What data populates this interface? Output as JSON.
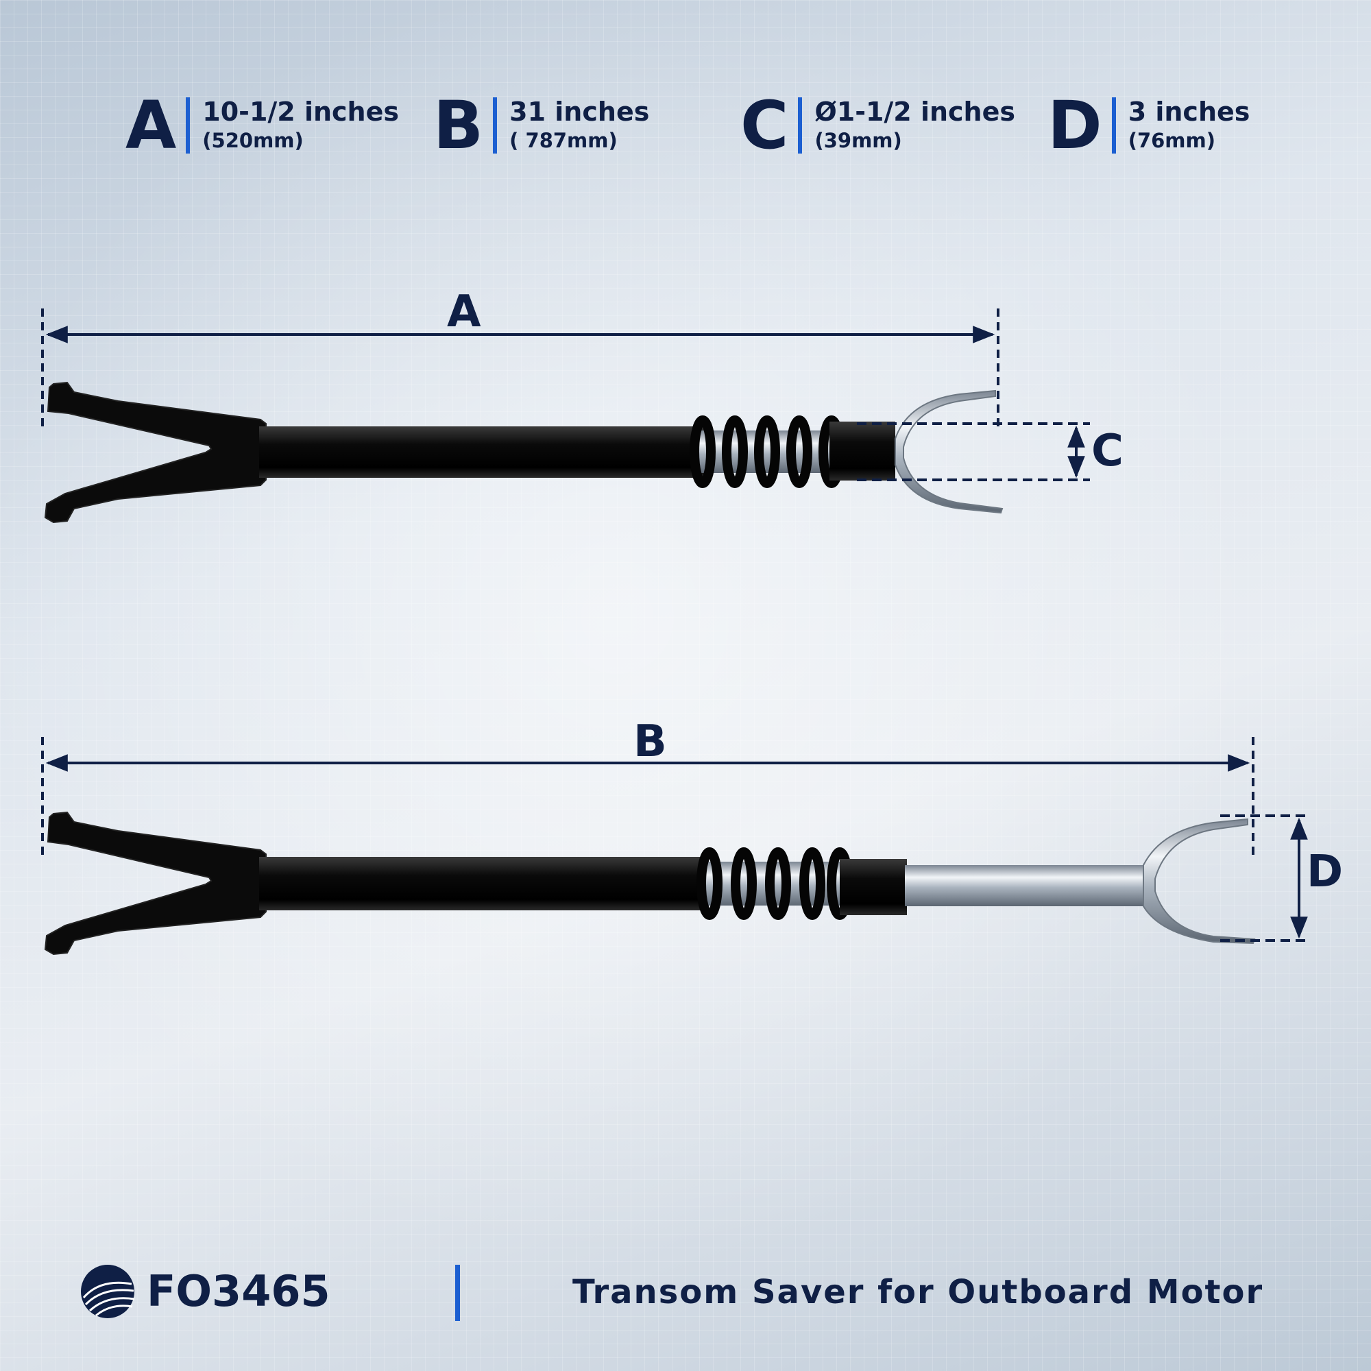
{
  "specs": [
    {
      "letter": "A",
      "primary": "10-1/2 inches",
      "secondary": "(520mm)"
    },
    {
      "letter": "B",
      "primary": "31 inches",
      "secondary": "( 787mm)"
    },
    {
      "letter": "C",
      "primary": "Ø1-1/2 inches",
      "secondary": "(39mm)"
    },
    {
      "letter": "D",
      "primary": "3 inches",
      "secondary": "(76mm)"
    }
  ],
  "diagram": {
    "label_a": "A",
    "label_b": "B",
    "label_c": "C",
    "label_d": "D"
  },
  "footer": {
    "sku": "FO3465",
    "product_name": "Transom Saver for Outboard Motor"
  },
  "colors": {
    "navy": "#0f1f45",
    "accent_blue": "#1c5fd1"
  },
  "icons": {
    "logo": "wave-globe-logo-icon"
  }
}
